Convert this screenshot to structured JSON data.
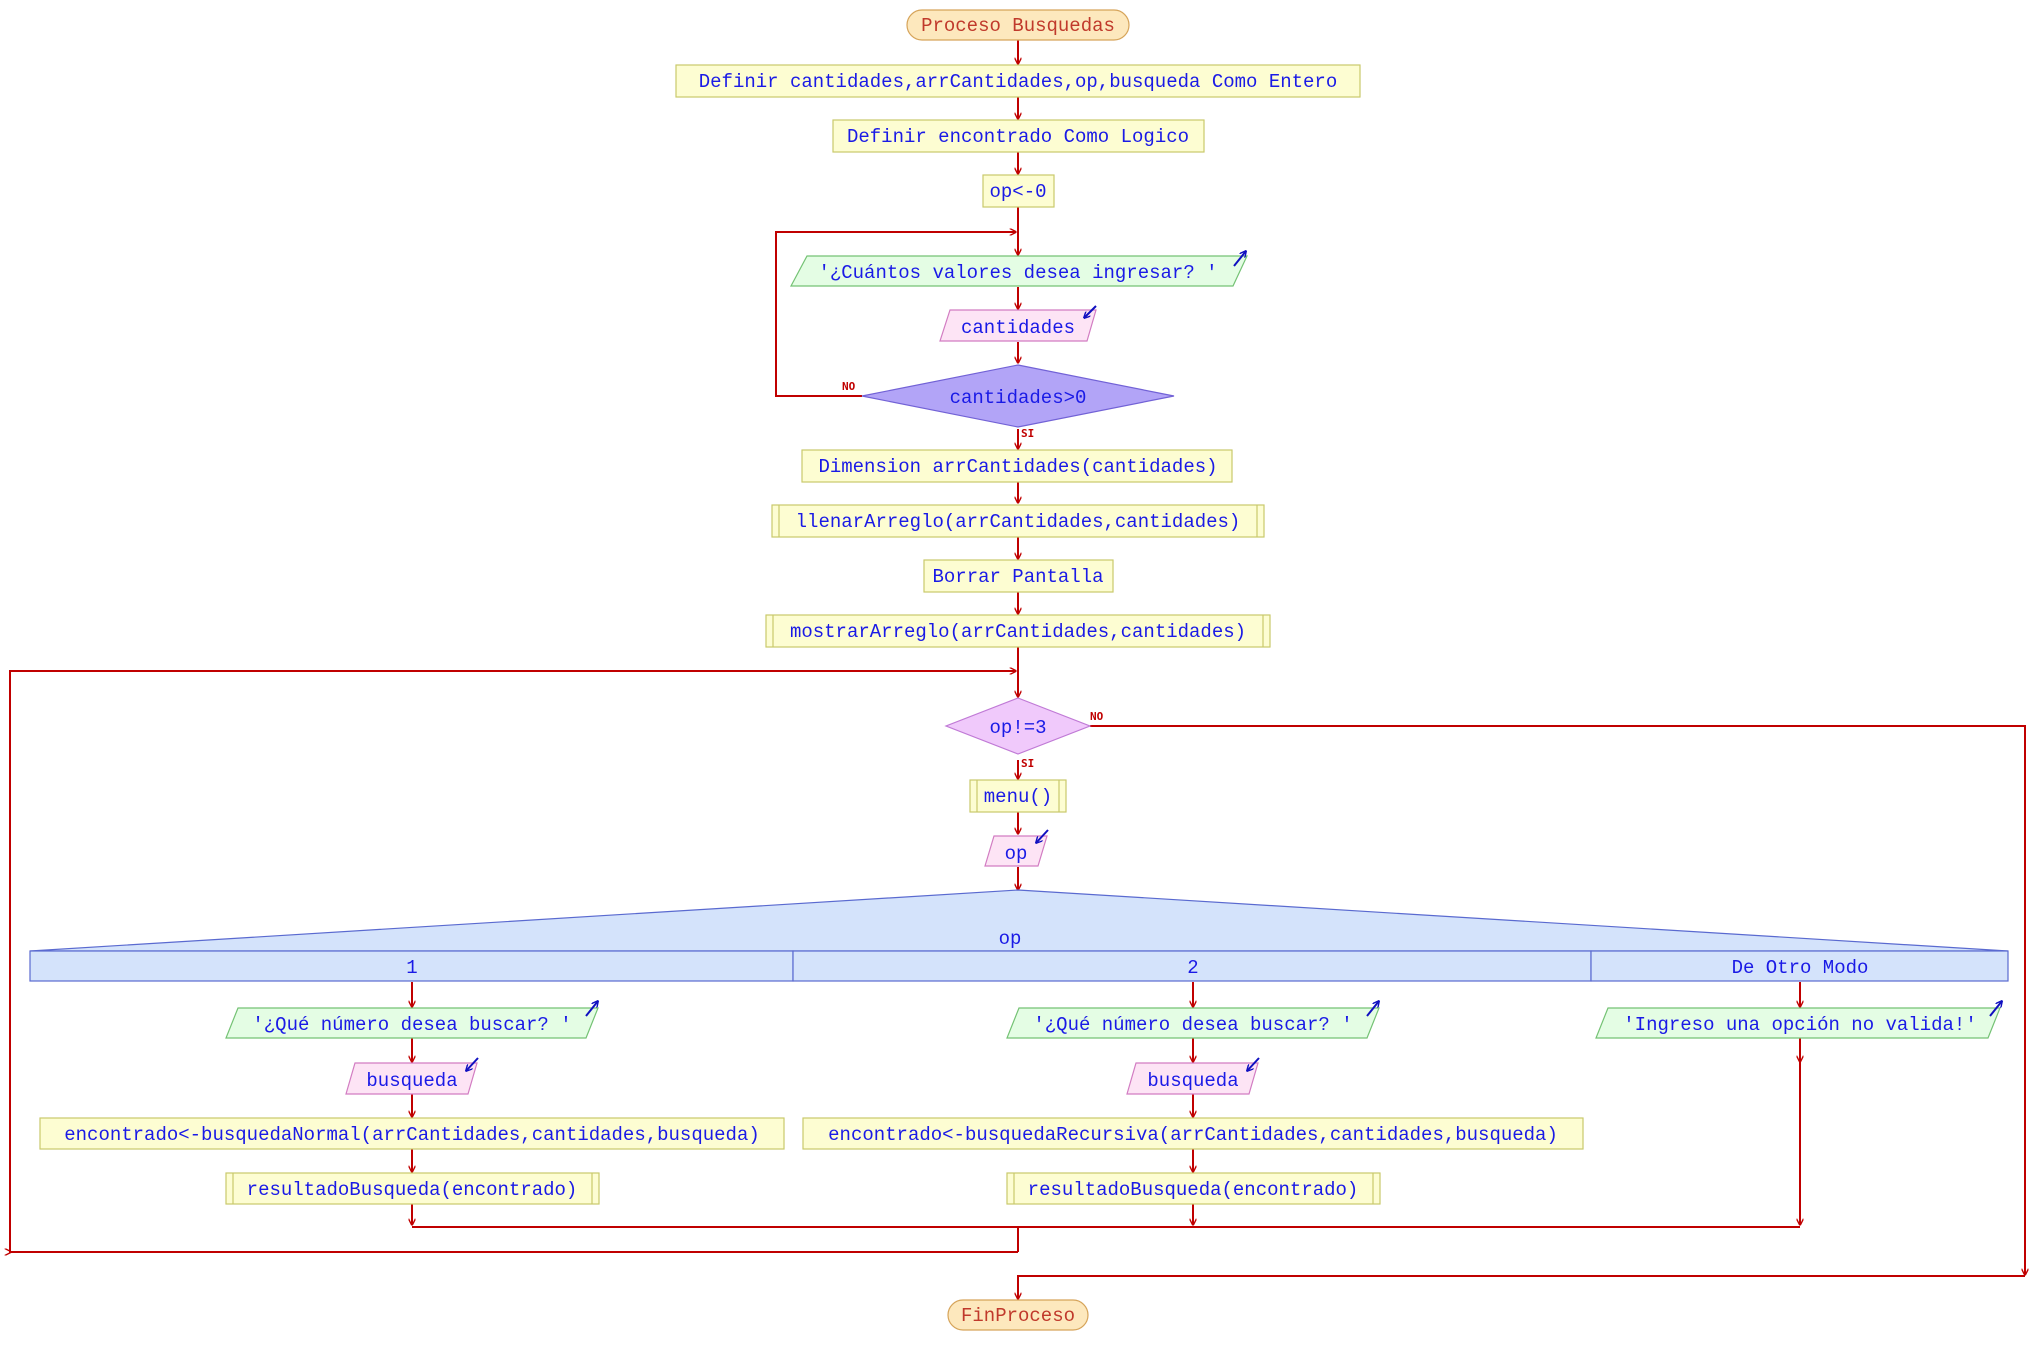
{
  "diagram": {
    "start": "Proceso Busquedas",
    "end": "FinProceso",
    "steps": {
      "def1": "Definir cantidades,arrCantidades,op,busqueda Como Entero",
      "def2": "Definir encontrado Como Logico",
      "assign_op": "op<-0",
      "prompt_cantidades": "'¿Cuántos valores desea ingresar? '",
      "read_cantidades": "cantidades",
      "cond_cantidades": "cantidades>0",
      "dimension": "Dimension arrCantidades(cantidades)",
      "llenar": "llenarArreglo(arrCantidades,cantidades)",
      "borrar": "Borrar Pantalla",
      "mostrar": "mostrarArreglo(arrCantidades,cantidades)",
      "cond_op": "op!=3",
      "menu": "menu()",
      "read_op": "op",
      "switch_var": "op"
    },
    "branch_labels": {
      "no": "NO",
      "si": "SI"
    },
    "cases": [
      {
        "label": "1",
        "prompt": "'¿Qué número desea buscar? '",
        "read": "busqueda",
        "assign": "encontrado<-busquedaNormal(arrCantidades,cantidades,busqueda)",
        "call": "resultadoBusqueda(encontrado)"
      },
      {
        "label": "2",
        "prompt": "'¿Qué número desea buscar? '",
        "read": "busqueda",
        "assign": "encontrado<-busquedaRecursiva(arrCantidades,cantidades,busqueda)",
        "call": "resultadoBusqueda(encontrado)"
      },
      {
        "label": "De Otro Modo",
        "prompt": "'Ingreso una opción no valida!'"
      }
    ],
    "colors": {
      "flow": "#c00000",
      "text": "#1a1ae6",
      "terminal_text": "#c0392b",
      "process_fill": "#fdfdd2",
      "output_fill": "#e4fde4",
      "input_fill": "#fde4f5",
      "terminal_fill": "#fde8bd",
      "decision_fill_1": "#b2a4f7",
      "decision_fill_2": "#f0c9fb",
      "switch_fill": "#d4e3fb"
    }
  }
}
